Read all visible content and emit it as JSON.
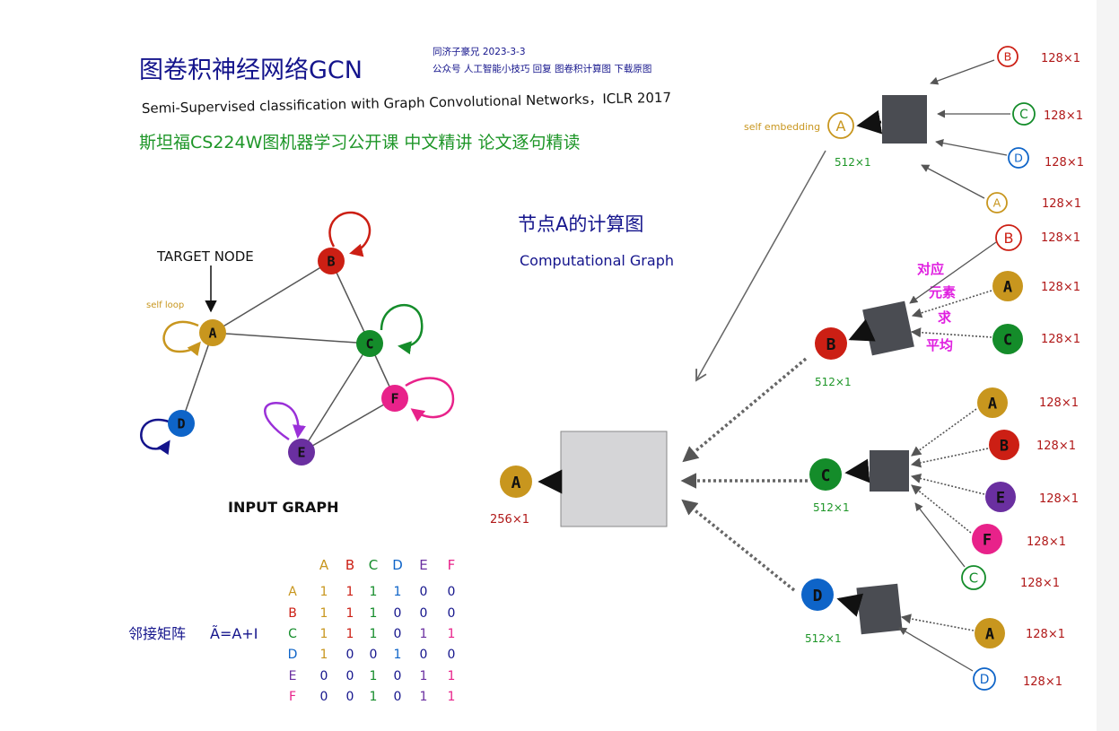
{
  "header": {
    "title": "图卷积神经网络GCN",
    "paper": "Semi-Supervised classification with Graph Convolutional Networks，ICLR 2017",
    "course": "斯坦福CS224W图机器学习公开课 中文精讲  论文逐句精读",
    "author": "同济子豪兄  2023-3-3",
    "wechat": "公众号 人工智能小技巧 回复 图卷积计算图 下载原图"
  },
  "center_title": {
    "cn": "节点A的计算图",
    "en": "Computational Graph"
  },
  "input_graph": {
    "caption": "INPUT GRAPH",
    "target_label": "TARGET NODE",
    "self_loop_label": "self loop",
    "nodes": [
      {
        "id": "A",
        "color": "#c8961e"
      },
      {
        "id": "B",
        "color": "#cc1f14"
      },
      {
        "id": "C",
        "color": "#148c2a"
      },
      {
        "id": "D",
        "color": "#0e64c8"
      },
      {
        "id": "E",
        "color": "#6a2fa0"
      },
      {
        "id": "F",
        "color": "#e8228a"
      }
    ],
    "edges": [
      [
        "A",
        "B"
      ],
      [
        "A",
        "C"
      ],
      [
        "A",
        "D"
      ],
      [
        "B",
        "C"
      ],
      [
        "C",
        "E"
      ],
      [
        "C",
        "F"
      ],
      [
        "E",
        "F"
      ]
    ]
  },
  "matrix": {
    "label": "邻接矩阵",
    "formula": "Ã=A+I",
    "headers": [
      "A",
      "B",
      "C",
      "D",
      "E",
      "F"
    ],
    "rows": [
      {
        "name": "A",
        "values": [
          1,
          1,
          1,
          1,
          0,
          0
        ]
      },
      {
        "name": "B",
        "values": [
          1,
          1,
          1,
          0,
          0,
          0
        ]
      },
      {
        "name": "C",
        "values": [
          1,
          1,
          1,
          0,
          1,
          1
        ]
      },
      {
        "name": "D",
        "values": [
          1,
          0,
          0,
          1,
          0,
          0
        ]
      },
      {
        "name": "E",
        "values": [
          0,
          0,
          1,
          0,
          1,
          1
        ]
      },
      {
        "name": "F",
        "values": [
          0,
          0,
          1,
          0,
          1,
          1
        ]
      }
    ]
  },
  "comp_graph": {
    "root": {
      "id": "A",
      "dim": "256×1"
    },
    "level1": [
      {
        "id": "B",
        "dim": "512×1"
      },
      {
        "id": "C",
        "dim": "512×1"
      },
      {
        "id": "D",
        "dim": "512×1"
      }
    ],
    "self_embedding_label": "self embedding",
    "self_embedding_dim": "512×1",
    "leaf_dim": "128×1",
    "aggregation_note": [
      "对应",
      "元素",
      "求",
      "平均"
    ],
    "top_inputs": [
      "B",
      "C",
      "D",
      "A"
    ],
    "b_inputs": [
      "B",
      "A",
      "C"
    ],
    "c_inputs": [
      "A",
      "B",
      "E",
      "F",
      "C"
    ],
    "d_inputs": [
      "A",
      "D"
    ]
  },
  "colors": {
    "A": "#c8961e",
    "B": "#cc1f14",
    "C": "#148c2a",
    "D": "#0e64c8",
    "E": "#6a2fa0",
    "F": "#e8228a",
    "navy": "#14148c",
    "green": "#1e9628",
    "magenta": "#e020e0",
    "dimred": "#b01818"
  }
}
